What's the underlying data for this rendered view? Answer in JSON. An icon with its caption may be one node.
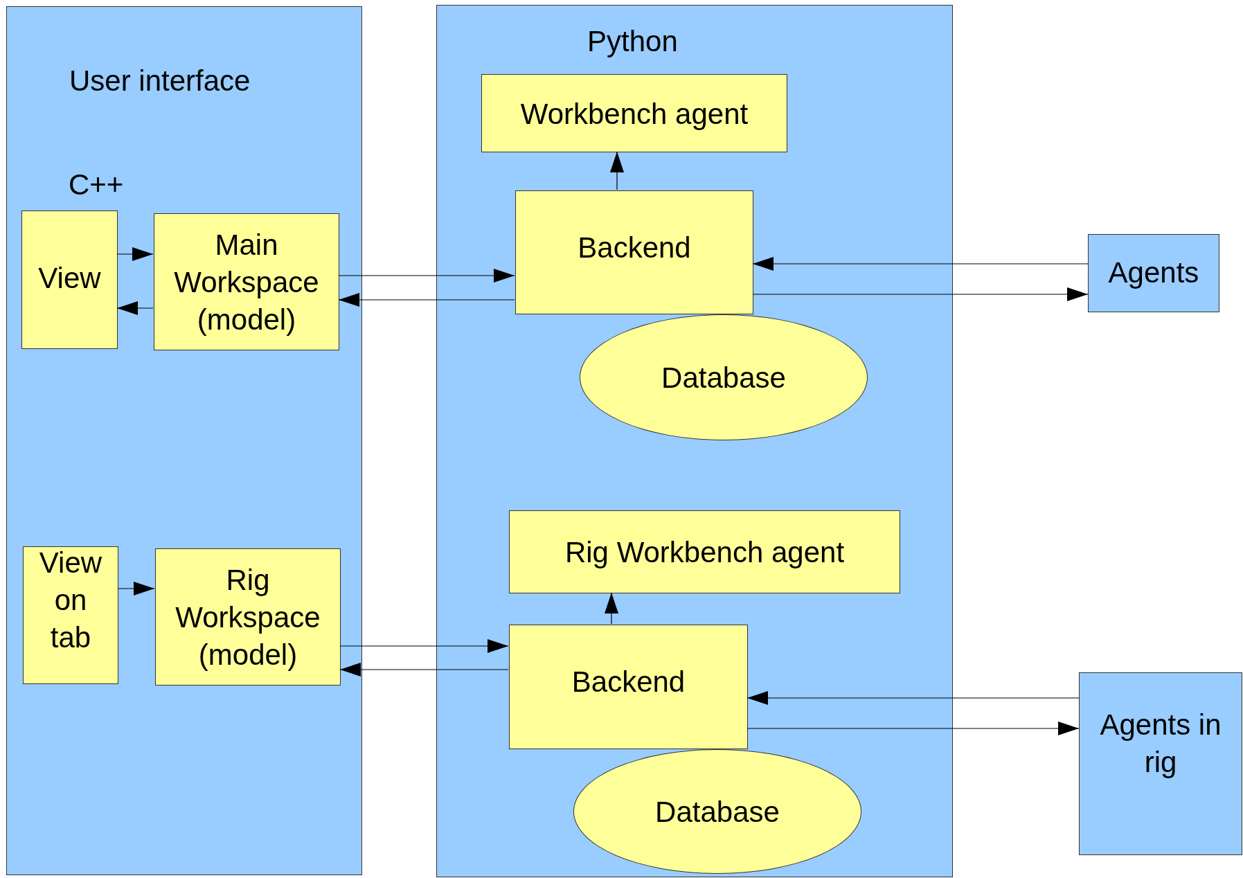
{
  "diagram": {
    "nodes": [
      {
        "text": [
          "User interface"
        ]
      },
      {
        "text": [
          "View"
        ],
        "in": 0
      },
      {
        "text": [
          "Main Workspace (model)"
        ],
        "in": 0
      },
      {
        "text": [
          "View on tab"
        ],
        "in": 0
      },
      {
        "text": [
          "Rig Workspace (model)"
        ],
        "in": 0
      },
      {
        "text": [
          "Python"
        ]
      },
      {
        "text": [
          "Workbench agent"
        ],
        "in": 5
      },
      {
        "text": [
          "Backend"
        ],
        "in": 5
      },
      {
        "text": [
          "Database"
        ],
        "in": 5
      },
      {
        "text": [
          "Rig Workbench agent"
        ],
        "in": 5
      },
      {
        "text": [
          "Backend"
        ],
        "in": 5
      },
      {
        "text": [
          "Database"
        ],
        "in": 5
      },
      {
        "text": [
          "Agents"
        ]
      },
      {
        "text": [
          "Agents in rig"
        ]
      }
    ],
    "edges": [
      {
        "from": 1,
        "to": 2,
        "arrow": "to"
      },
      {
        "from": 2,
        "to": 1,
        "arrow": "to"
      },
      {
        "from": 2,
        "to": 7,
        "arrow": "to"
      },
      {
        "from": 7,
        "to": 2,
        "arrow": "to"
      },
      {
        "from": 7,
        "to": 6,
        "arrow": "to"
      },
      {
        "from": 12,
        "to": 7,
        "arrow": "to"
      },
      {
        "from": 7,
        "to": 12,
        "arrow": "to"
      },
      {
        "from": 3,
        "to": 4,
        "arrow": "to"
      },
      {
        "from": 4,
        "to": 10,
        "arrow": "to"
      },
      {
        "from": 10,
        "to": 4,
        "arrow": "to"
      },
      {
        "from": 10,
        "to": 9,
        "arrow": "to"
      },
      {
        "from": 13,
        "to": 10,
        "arrow": "to"
      },
      {
        "from": 10,
        "to": 13,
        "arrow": "to"
      }
    ],
    "labels": [
      "C++"
    ]
  }
}
